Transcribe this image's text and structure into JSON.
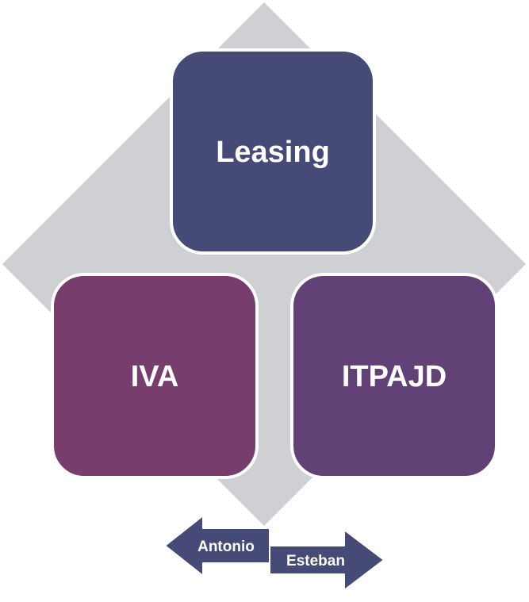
{
  "diagram": {
    "boxes": [
      {
        "id": "top",
        "label": "Leasing"
      },
      {
        "id": "left",
        "label": "IVA"
      },
      {
        "id": "right",
        "label": "ITPAJD"
      }
    ],
    "arrows": [
      {
        "id": "left-arrow",
        "label": "Antonio"
      },
      {
        "id": "right-arrow",
        "label": "Esteban"
      }
    ]
  },
  "colors": {
    "background_diamond": "#cfd0d4",
    "box_top": "#464a77",
    "box_left": "#773d6c",
    "box_right": "#624276",
    "arrow_fill": "#464a77",
    "box_border": "#ffffff"
  }
}
